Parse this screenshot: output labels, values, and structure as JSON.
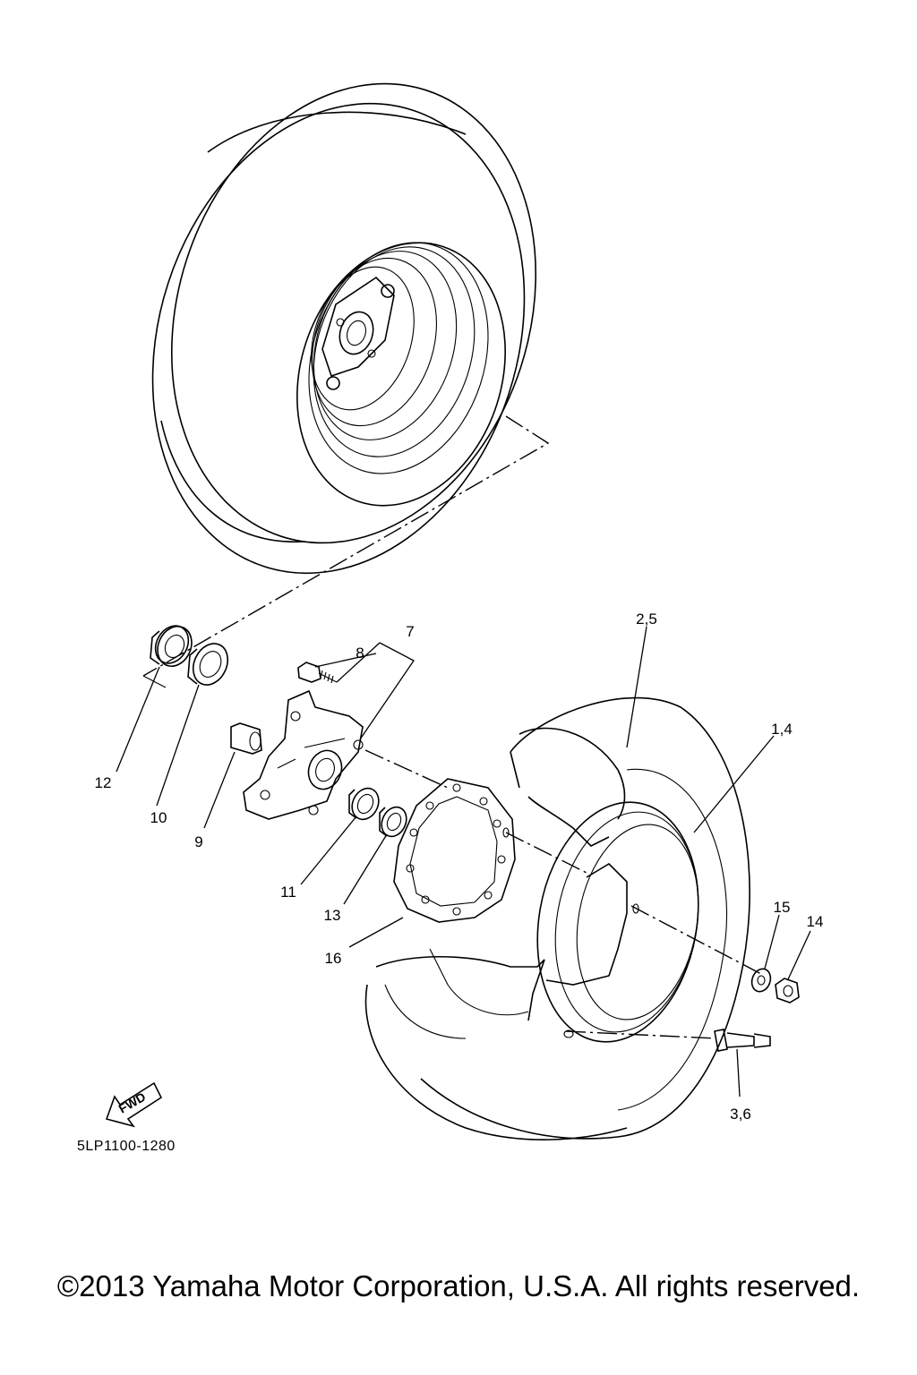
{
  "diagram": {
    "callouts": {
      "c1": "2,5",
      "c2": "7",
      "c3": "8",
      "c4": "1,4",
      "c5": "12",
      "c6": "10",
      "c7": "9",
      "c8": "11",
      "c9": "13",
      "c10": "16",
      "c11": "15",
      "c12": "14",
      "c13": "3,6"
    },
    "fwd_label": "FWD"
  },
  "footer": {
    "drawing_code": "5LP1100-1280",
    "copyright": "©2013 Yamaha Motor Corporation, U.S.A. All rights reserved."
  }
}
